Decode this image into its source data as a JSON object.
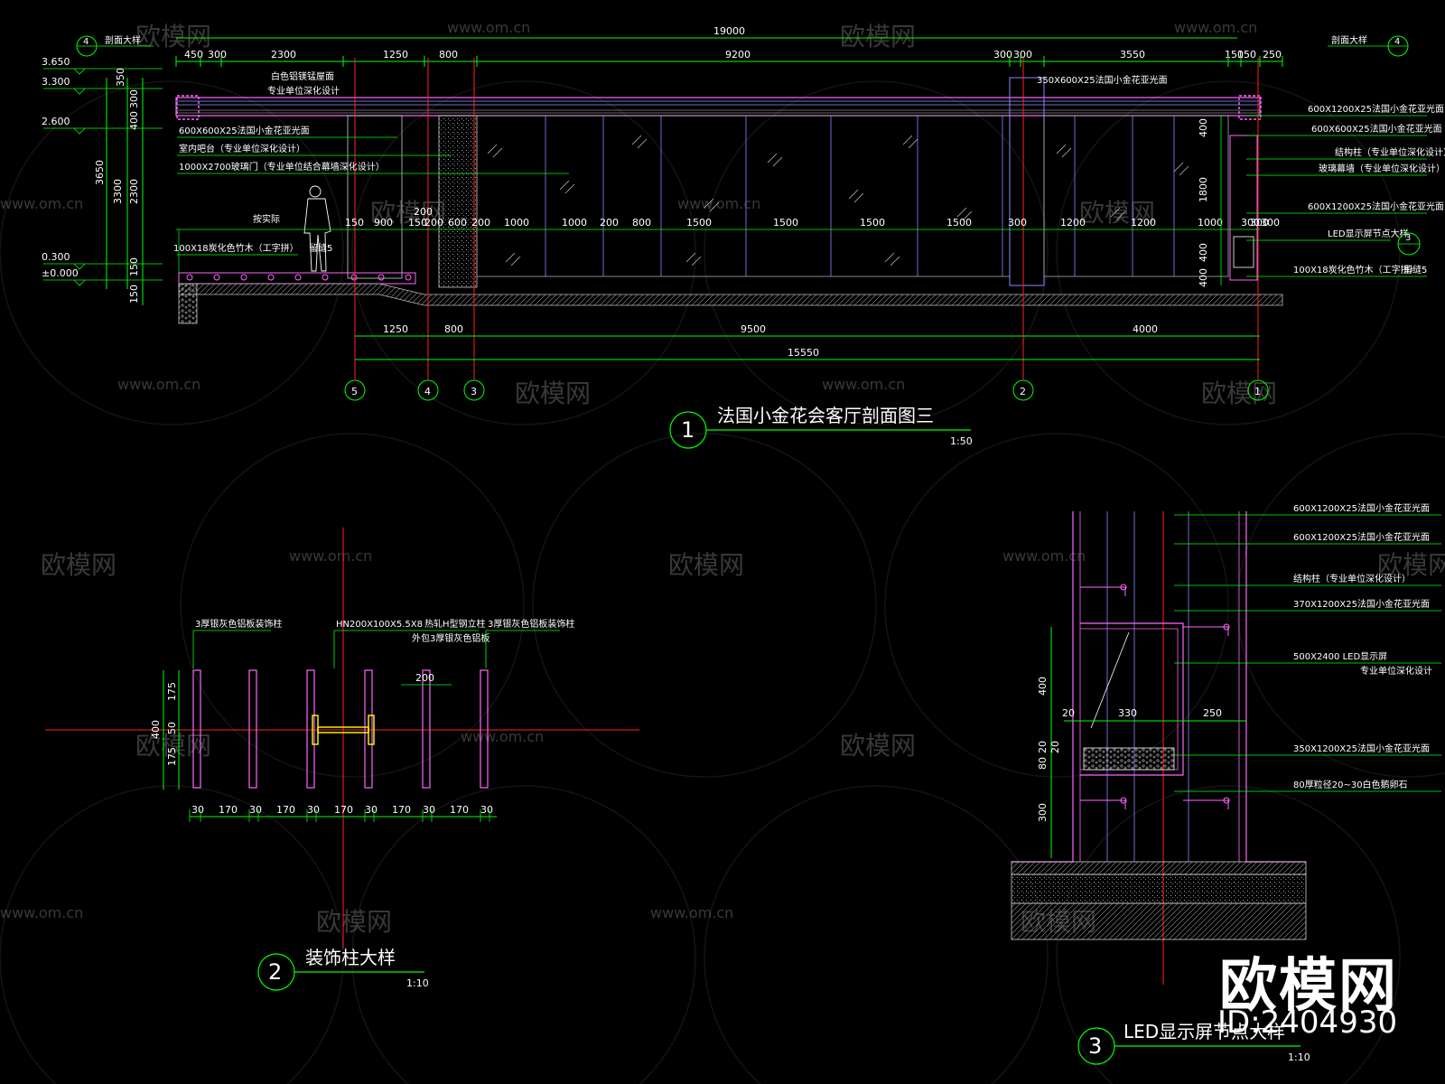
{
  "watermarks": {
    "logo_text": "欧模网",
    "url_text": "www.om.cn",
    "url_short": "om.cn"
  },
  "brand": {
    "name": "欧模网",
    "id": "ID:2404930"
  },
  "section1": {
    "title": "法国小金花会客厅剖面图三",
    "number": "1",
    "scale": "1:50",
    "side_tag_left": "剖面大样",
    "side_tag_right": "剖面大样",
    "tag_num_left": "4",
    "tag_num_right": "4",
    "elevations": [
      "3.650",
      "3.300",
      "2.600",
      "0.300",
      "±0.000"
    ],
    "left_dims": [
      "350",
      "300",
      "400",
      "2300",
      "3650",
      "3300",
      "150",
      "150"
    ],
    "top_total": "19000",
    "top_dims": [
      "450",
      "300",
      "2300",
      "1250",
      "800",
      "9200",
      "300",
      "300",
      "3550",
      "150",
      "150",
      "250"
    ],
    "mid_dims": [
      "150",
      "900",
      "150",
      "200",
      "600",
      "200",
      "200",
      "1000",
      "1000",
      "200",
      "800",
      "1500",
      "1500",
      "1500",
      "1500",
      "300",
      "1200",
      "1200",
      "1000",
      "300",
      "300",
      "300"
    ],
    "right_vert_dims": [
      "400",
      "1800",
      "400",
      "400"
    ],
    "bottom_dims": [
      "1250",
      "800",
      "9500",
      "4000"
    ],
    "bottom_total": "15550",
    "axes": [
      "5",
      "4",
      "3",
      "2",
      "1"
    ],
    "notes_left": [
      "白色铝镁锰屋面",
      "专业单位深化设计",
      "600X600X25法国小金花亚光面",
      "室内吧台（专业单位深化设计）",
      "1000X2700玻璃门（专业单位结合幕墙深化设计）",
      "按实际",
      "100X18炭化色竹木（工字拼）",
      "留缝5"
    ],
    "notes_right": [
      "350X600X25法国小金花亚光面",
      "600X1200X25法国小金花亚光面",
      "600X600X25法国小金花亚光面",
      "结构柱（专业单位深化设计）",
      "玻璃幕墙（专业单位深化设计）",
      "600X1200X25法国小金花亚光面",
      "LED显示屏节点大样",
      "100X18炭化色竹木（工字拼）",
      "留缝5"
    ],
    "detail_ref": "3"
  },
  "section2": {
    "title": "装饰柱大样",
    "number": "2",
    "scale": "1:10",
    "notes": [
      "3厚银灰色铝板装饰柱",
      "HN200X100X5.5X8",
      "热轧H型钢立柱",
      "外包3厚银灰色铝板",
      "3厚银灰色铝板装饰柱"
    ],
    "vert_dims": [
      "175",
      "50",
      "175",
      "400"
    ],
    "horiz_dims": [
      "30",
      "170",
      "30",
      "170",
      "30",
      "170",
      "30",
      "170",
      "30",
      "170",
      "30"
    ],
    "top_dim": "200"
  },
  "section3": {
    "title": "LED显示屏节点大样",
    "number": "3",
    "scale": "1:10",
    "notes": [
      "600X1200X25法国小金花亚光面",
      "600X1200X25法国小金花亚光面",
      "结构柱（专业单位深化设计）",
      "370X1200X25法国小金花亚光面",
      "500X2400 LED显示屏",
      "专业单位深化设计",
      "350X1200X25法国小金花亚光面",
      "80厚粒径20~30白色鹅卵石"
    ],
    "vert_dims": [
      "400",
      "20",
      "80",
      "20",
      "300"
    ],
    "horiz_dims": [
      "20",
      "330",
      "250"
    ]
  },
  "colors": {
    "background": "#000000",
    "dim_line": "#00ff00",
    "axis": "#ff0000",
    "outline": "#ff66ff",
    "glass": "#8888ff",
    "text": "#ffffff",
    "hatch": "#aaaaaa"
  }
}
